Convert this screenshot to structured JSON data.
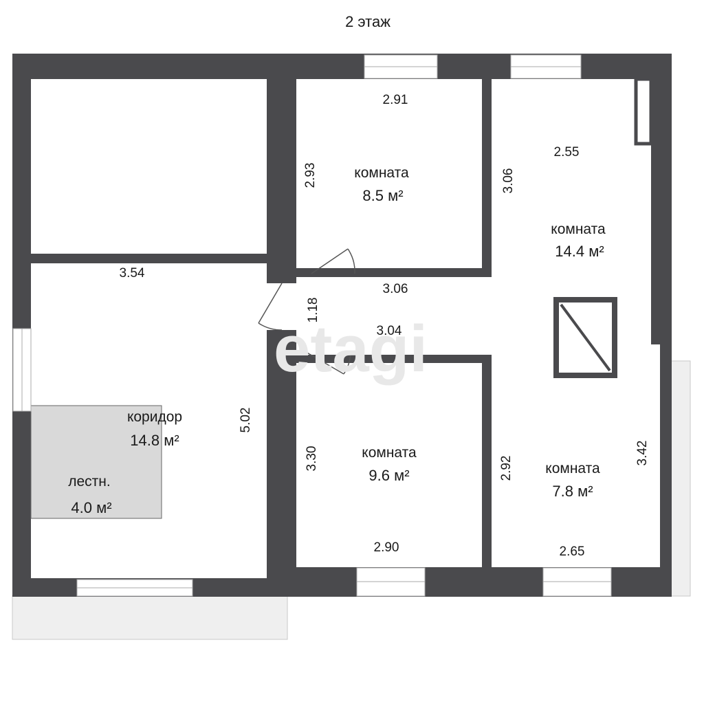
{
  "floor_title": "2 этаж",
  "watermark": "etagi",
  "colors": {
    "wall": "#4a4a4d",
    "floor": "#ffffff",
    "stair": "#d9d9d9",
    "balcony": "#efefef",
    "window_frame": "#aaaaaa"
  },
  "rooms": {
    "room1": {
      "name": "комната",
      "area": "8.5 м²"
    },
    "room2": {
      "name": "комната",
      "area": "14.4 м²"
    },
    "room3": {
      "name": "комната",
      "area": "9.6 м²"
    },
    "room4": {
      "name": "комната",
      "area": "7.8 м²"
    },
    "corridor": {
      "name": "коридор",
      "area": "14.8 м²"
    },
    "stairs": {
      "name": "лестн.",
      "area": "4.0 м²"
    }
  },
  "dimensions": {
    "room1_top": "2.91",
    "room1_left": "2.93",
    "room1_bottom": "3.06",
    "room2_top": "2.55",
    "room2_left": "3.06",
    "hall_height": "1.18",
    "hall_bottom": "3.04",
    "corridor_top": "3.54",
    "corridor_right": "5.02",
    "room3_left": "3.30",
    "room3_bottom": "2.90",
    "room4_left": "2.92",
    "room4_right": "3.42",
    "room4_bottom": "2.65"
  }
}
